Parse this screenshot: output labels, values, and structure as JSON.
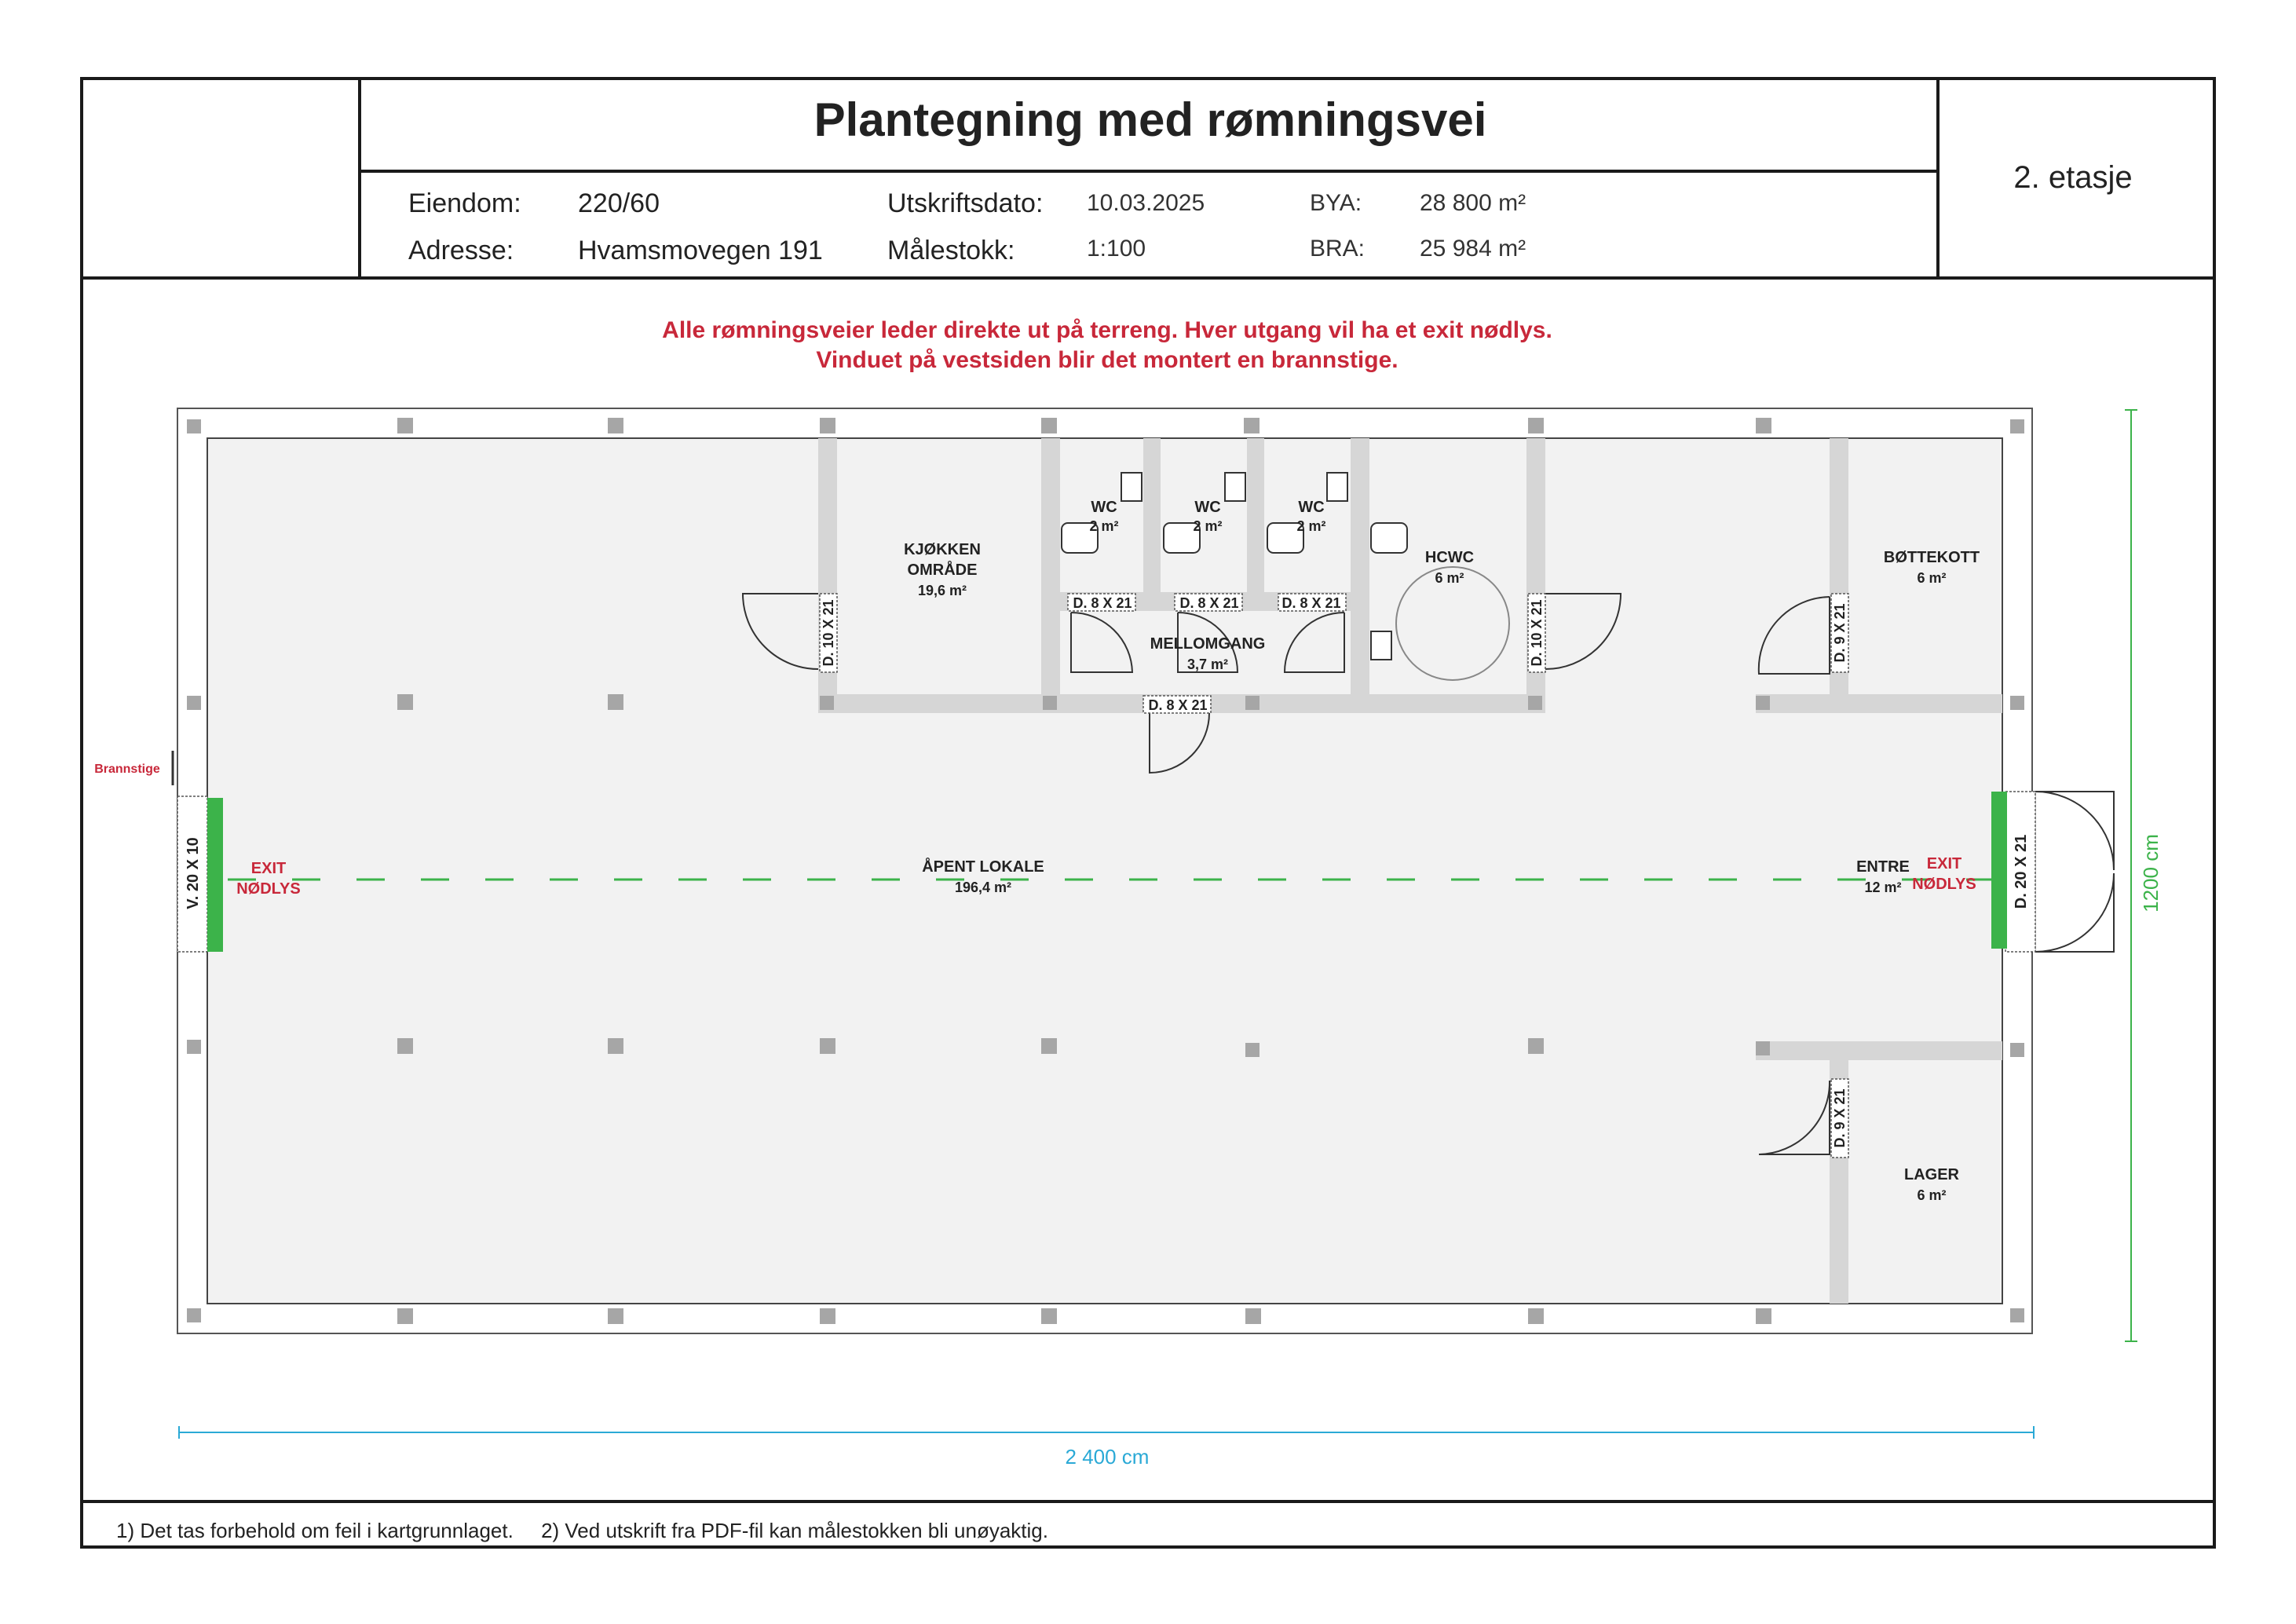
{
  "header": {
    "title": "Plantegning med rømningsvei",
    "floor": "2. etasje",
    "fields": {
      "eiendom_label": "Eiendom:",
      "eiendom_value": "220/60",
      "adresse_label": "Adresse:",
      "adresse_value": "Hvamsmovegen 191",
      "utskriftsdato_label": "Utskriftsdato:",
      "utskriftsdato_value": "10.03.2025",
      "malestokk_label": "Målestokk:",
      "malestokk_value": "1:100",
      "bya_label": "BYA:",
      "bya_value": "28 800 m²",
      "bra_label": "BRA:",
      "bra_value": "25 984 m²"
    }
  },
  "notice": {
    "line1": "Alle rømningsveier leder direkte ut på terreng. Hver utgang vil ha et exit nødlys.",
    "line2": "Vinduet på vestsiden blir det montert en brannstige."
  },
  "rooms": [
    {
      "name": "KJØKKEN",
      "name2": "OMRÅDE",
      "area": "19,6 m²"
    },
    {
      "name": "WC",
      "area": "2 m²"
    },
    {
      "name": "WC",
      "area": "2 m²"
    },
    {
      "name": "WC",
      "area": "2 m²"
    },
    {
      "name": "HCWC",
      "area": "6 m²"
    },
    {
      "name": "BØTTEKOTT",
      "area": "6 m²"
    },
    {
      "name": "MELLOMGANG",
      "area": "3,7 m²"
    },
    {
      "name": "ÅPENT LOKALE",
      "area": "196,4 m²"
    },
    {
      "name": "ENTRE",
      "area": "12 m²"
    },
    {
      "name": "LAGER",
      "area": "6 m²"
    }
  ],
  "doors": [
    "D. 10 X 21",
    "D. 8 X 21",
    "D. 8 X 21",
    "D. 8 X 21",
    "D. 10 X 21",
    "D. 9 X 21",
    "D. 8 X 21",
    "D. 9 X 21",
    "D. 20 X 21"
  ],
  "window": "V. 20 X 10",
  "exits": [
    {
      "line1": "EXIT",
      "line2": "NØDLYS"
    },
    {
      "line1": "EXIT",
      "line2": "NØDLYS"
    }
  ],
  "fire_ladder": "Brannstige",
  "dimensions": {
    "width": "2 400 cm",
    "height": "1200 cm"
  },
  "colors": {
    "exit_green": "#3cb34a",
    "notice_red": "#c8283a",
    "dim_cyan": "#2aa9d6",
    "dim_green": "#3cb34a",
    "wall_gray": "#d6d6d6",
    "floor_fill": "#f2f2f2",
    "column_gray": "#a6a6a6"
  },
  "footer": {
    "note1": "1) Det tas forbehold om feil i kartgrunnlaget.",
    "note2": "2) Ved utskrift fra PDF-fil kan målestokken bli unøyaktig."
  }
}
